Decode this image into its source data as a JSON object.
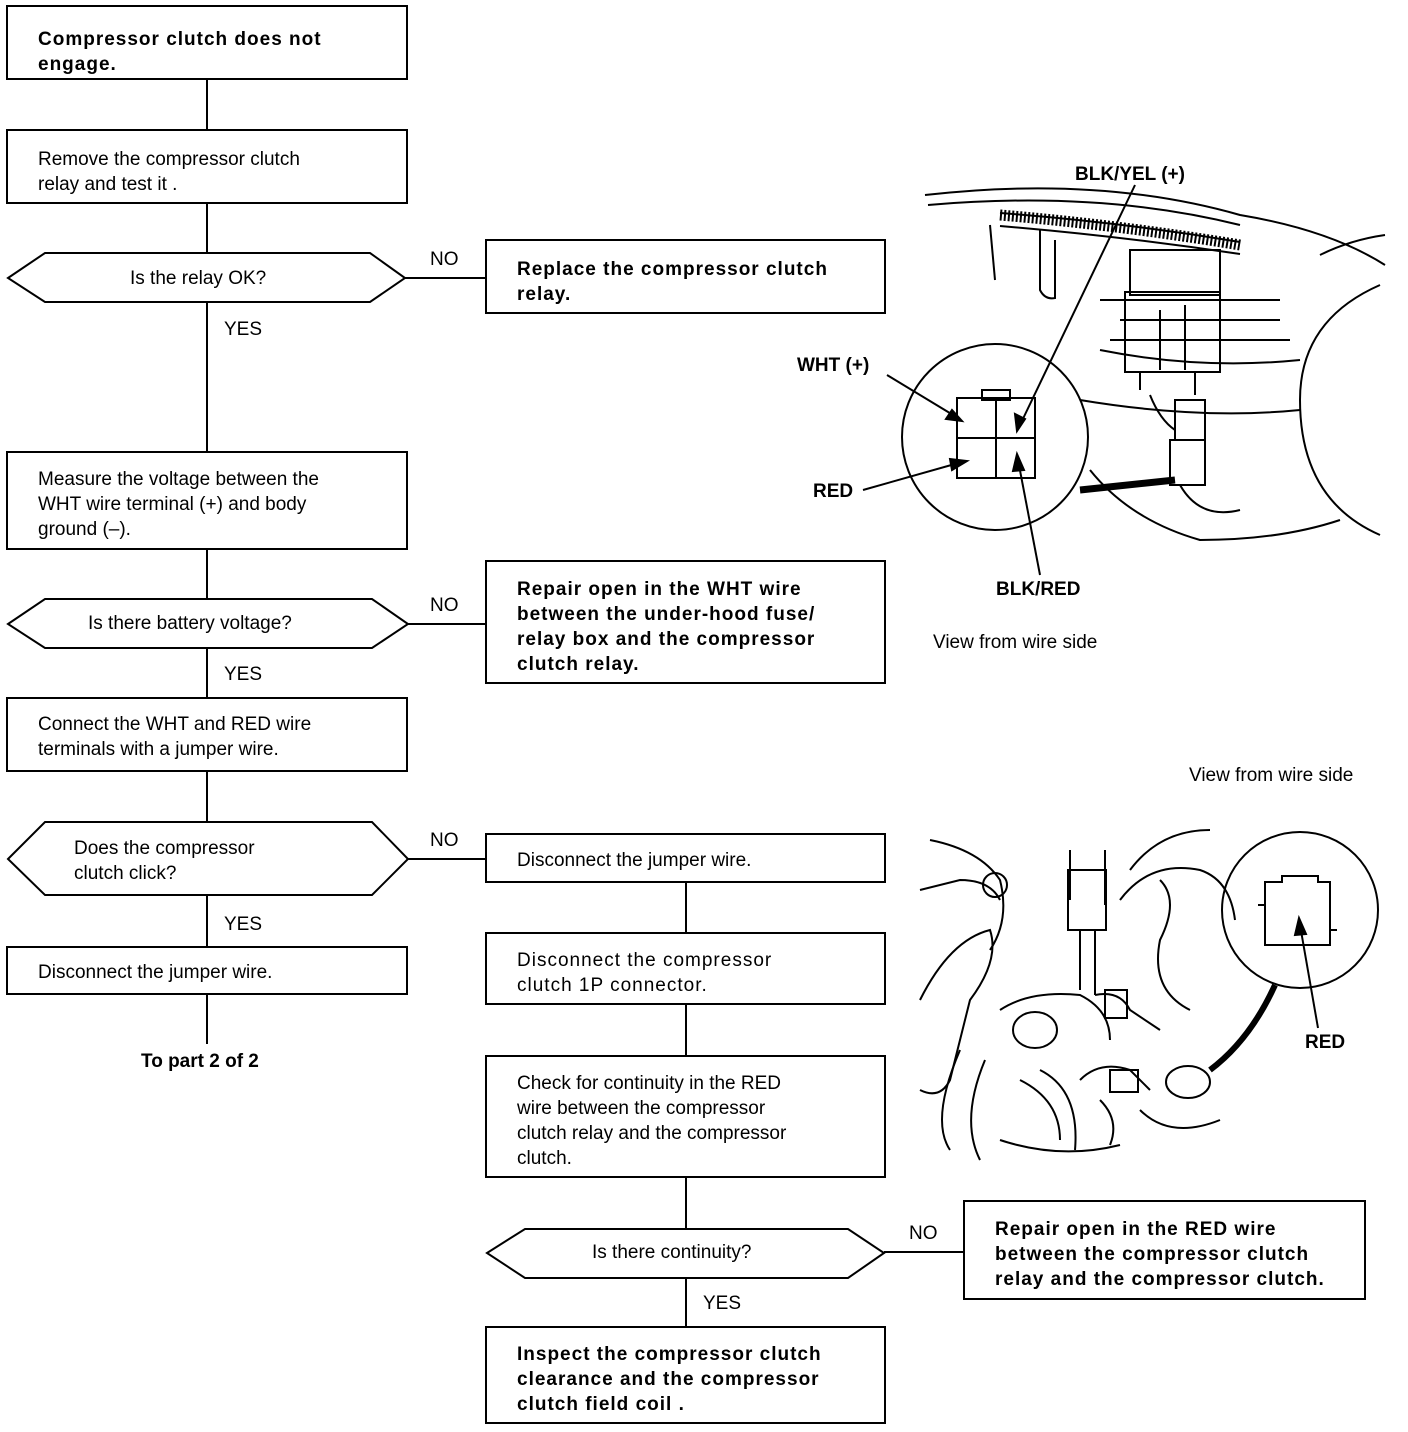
{
  "flow": {
    "start": "Compressor clutch does not\nengage.",
    "remove_relay": "Remove the compressor clutch\nrelay and test it .",
    "q_relay": "Is the relay OK?",
    "replace_relay": "Replace the compressor clutch\nrelay.",
    "measure_voltage": "Measure the voltage between the\nWHT wire terminal (+) and body\nground (–).",
    "q_voltage": "Is there battery voltage?",
    "repair_wht": "Repair open in the WHT wire\nbetween the under-hood fuse/\nrelay box and the compressor\nclutch relay.",
    "connect_jumper": "Connect the WHT and RED wire\nterminals with a jumper wire.",
    "q_click": "Does the compressor\nclutch click?",
    "disconnect_jumper_left": "Disconnect the jumper wire.",
    "to_part2": "To part 2 of 2",
    "disconnect_jumper_right": "Disconnect the jumper wire.",
    "disconnect_1p": "Disconnect  the  compressor\nclutch 1P connector.",
    "check_continuity": "Check for continuity in the RED\nwire between the compressor\nclutch relay and the compressor\nclutch.",
    "q_continuity": "Is there continuity?",
    "repair_red": "Repair open in the RED wire\nbetween the compressor clutch\nrelay and the compressor clutch.",
    "inspect": "Inspect the compressor clutch\nclearance and the compressor\nclutch field coil .",
    "yes": "YES",
    "no": "NO"
  },
  "illustration_top": {
    "blk_yel": "BLK/YEL (+)",
    "wht": "WHT (+)",
    "red": "RED",
    "blk_red": "BLK/RED",
    "caption": "View from wire side"
  },
  "illustration_bottom": {
    "caption": "View from wire side",
    "red": "RED"
  }
}
